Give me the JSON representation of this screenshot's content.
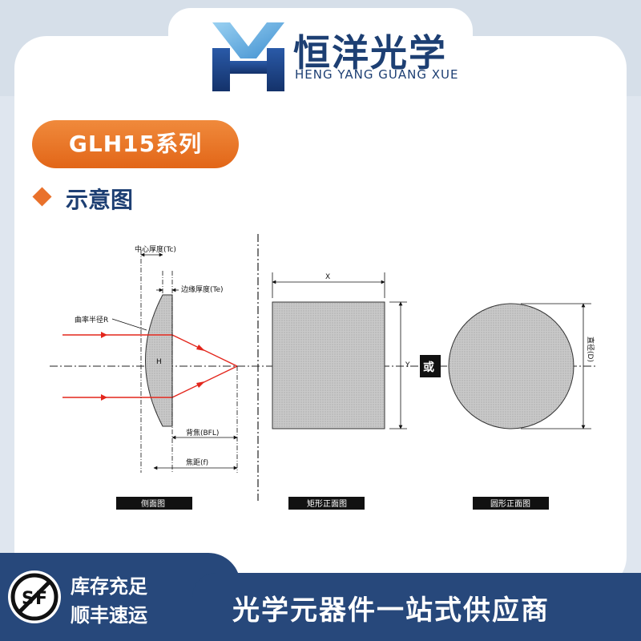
{
  "brand": {
    "name_cn": "恒洋光学",
    "name_en": "HENG YANG GUANG XUE",
    "color": "#1d3f73"
  },
  "series_badge": "GLH15系列",
  "section_title": "示意图",
  "diagram": {
    "labels": {
      "center_thickness": "中心厚度(Tc)",
      "edge_thickness": "边缘厚度(Te)",
      "radius": "曲率半径R",
      "height": "H",
      "bfl": "背焦(BFL)",
      "focal_length": "焦距(f)",
      "width_x": "X",
      "height_y": "Y",
      "or": "或",
      "diameter": "直径(D)"
    },
    "captions": {
      "side_view": "侧面图",
      "rect_front": "矩形正面图",
      "round_front": "圆形正面图"
    },
    "ray_color": "#e3261c"
  },
  "footer": {
    "line1": "库存充足",
    "line2": "顺丰速运",
    "slogan": "光学元器件一站式供应商",
    "sf_logo": "sf-logo-icon"
  }
}
